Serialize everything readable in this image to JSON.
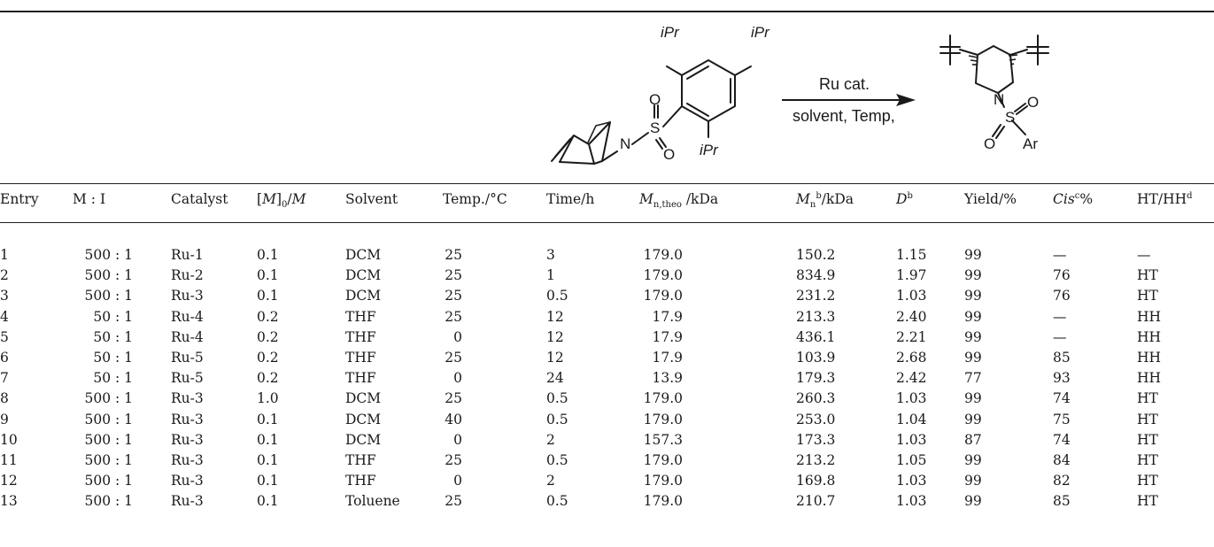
{
  "scheme": {
    "reagent_above": "Ru cat.",
    "reagent_below": "solvent, Temp,",
    "substituent_1": "iPr",
    "substituent_2": "iPr",
    "substituent_3": "iPr",
    "n_label": "N",
    "s_label": "S",
    "o_label": "O",
    "ar_label": "Ar"
  },
  "table": {
    "headers": {
      "entry": "Entry",
      "mi": "M : I",
      "catalyst": "Catalyst",
      "m0": "[M]0/M",
      "solvent": "Solvent",
      "temp": "Temp./°C",
      "time": "Time/h",
      "mntheo": "Mn,theo /kDa",
      "mn": "Mnb/kDa",
      "d": "Db",
      "yield": "Yield/%",
      "cis": "Cisc%",
      "hthh": "HT/HHd"
    },
    "rows": [
      {
        "entry": "1",
        "mi": "500 : 1",
        "catalyst": "Ru-1",
        "m0": "0.1",
        "solvent": "DCM",
        "temp": "25",
        "time": "3",
        "mntheo": "179.0",
        "mn": "150.2",
        "d": "1.15",
        "yield": "99",
        "cis": "—",
        "hthh": "—"
      },
      {
        "entry": "2",
        "mi": "500 : 1",
        "catalyst": "Ru-2",
        "m0": "0.1",
        "solvent": "DCM",
        "temp": "25",
        "time": "1",
        "mntheo": "179.0",
        "mn": "834.9",
        "d": "1.97",
        "yield": "99",
        "cis": "76",
        "hthh": "HT"
      },
      {
        "entry": "3",
        "mi": "500 : 1",
        "catalyst": "Ru-3",
        "m0": "0.1",
        "solvent": "DCM",
        "temp": "25",
        "time": "0.5",
        "mntheo": "179.0",
        "mn": "231.2",
        "d": "1.03",
        "yield": "99",
        "cis": "76",
        "hthh": "HT"
      },
      {
        "entry": "4",
        "mi": "50 : 1",
        "catalyst": "Ru-4",
        "m0": "0.2",
        "solvent": "THF",
        "temp": "25",
        "time": "12",
        "mntheo": "17.9",
        "mn": "213.3",
        "d": "2.40",
        "yield": "99",
        "cis": "—",
        "hthh": "HH"
      },
      {
        "entry": "5",
        "mi": "50 : 1",
        "catalyst": "Ru-4",
        "m0": "0.2",
        "solvent": "THF",
        "temp": "0",
        "time": "12",
        "mntheo": "17.9",
        "mn": "436.1",
        "d": "2.21",
        "yield": "99",
        "cis": "—",
        "hthh": "HH"
      },
      {
        "entry": "6",
        "mi": "50 : 1",
        "catalyst": "Ru-5",
        "m0": "0.2",
        "solvent": "THF",
        "temp": "25",
        "time": "12",
        "mntheo": "17.9",
        "mn": "103.9",
        "d": "2.68",
        "yield": "99",
        "cis": "85",
        "hthh": "HH"
      },
      {
        "entry": "7",
        "mi": "50 : 1",
        "catalyst": "Ru-5",
        "m0": "0.2",
        "solvent": "THF",
        "temp": "0",
        "time": "24",
        "mntheo": "13.9",
        "mn": "179.3",
        "d": "2.42",
        "yield": "77",
        "cis": "93",
        "hthh": "HH"
      },
      {
        "entry": "8",
        "mi": "500 : 1",
        "catalyst": "Ru-3",
        "m0": "1.0",
        "solvent": "DCM",
        "temp": "25",
        "time": "0.5",
        "mntheo": "179.0",
        "mn": "260.3",
        "d": "1.03",
        "yield": "99",
        "cis": "74",
        "hthh": "HT"
      },
      {
        "entry": "9",
        "mi": "500 : 1",
        "catalyst": "Ru-3",
        "m0": "0.1",
        "solvent": "DCM",
        "temp": "40",
        "time": "0.5",
        "mntheo": "179.0",
        "mn": "253.0",
        "d": "1.04",
        "yield": "99",
        "cis": "75",
        "hthh": "HT"
      },
      {
        "entry": "10",
        "mi": "500 : 1",
        "catalyst": "Ru-3",
        "m0": "0.1",
        "solvent": "DCM",
        "temp": "0",
        "time": "2",
        "mntheo": "157.3",
        "mn": "173.3",
        "d": "1.03",
        "yield": "87",
        "cis": "74",
        "hthh": "HT"
      },
      {
        "entry": "11",
        "mi": "500 : 1",
        "catalyst": "Ru-3",
        "m0": "0.1",
        "solvent": "THF",
        "temp": "25",
        "time": "0.5",
        "mntheo": "179.0",
        "mn": "213.2",
        "d": "1.05",
        "yield": "99",
        "cis": "84",
        "hthh": "HT"
      },
      {
        "entry": "12",
        "mi": "500 : 1",
        "catalyst": "Ru-3",
        "m0": "0.1",
        "solvent": "THF",
        "temp": "0",
        "time": "2",
        "mntheo": "179.0",
        "mn": "169.8",
        "d": "1.03",
        "yield": "99",
        "cis": "82",
        "hthh": "HT"
      },
      {
        "entry": "13",
        "mi": "500 : 1",
        "catalyst": "Ru-3",
        "m0": "0.1",
        "solvent": "Toluene",
        "temp": "25",
        "time": "0.5",
        "mntheo": "179.0",
        "mn": "210.7",
        "d": "1.03",
        "yield": "99",
        "cis": "85",
        "hthh": "HT"
      }
    ]
  }
}
